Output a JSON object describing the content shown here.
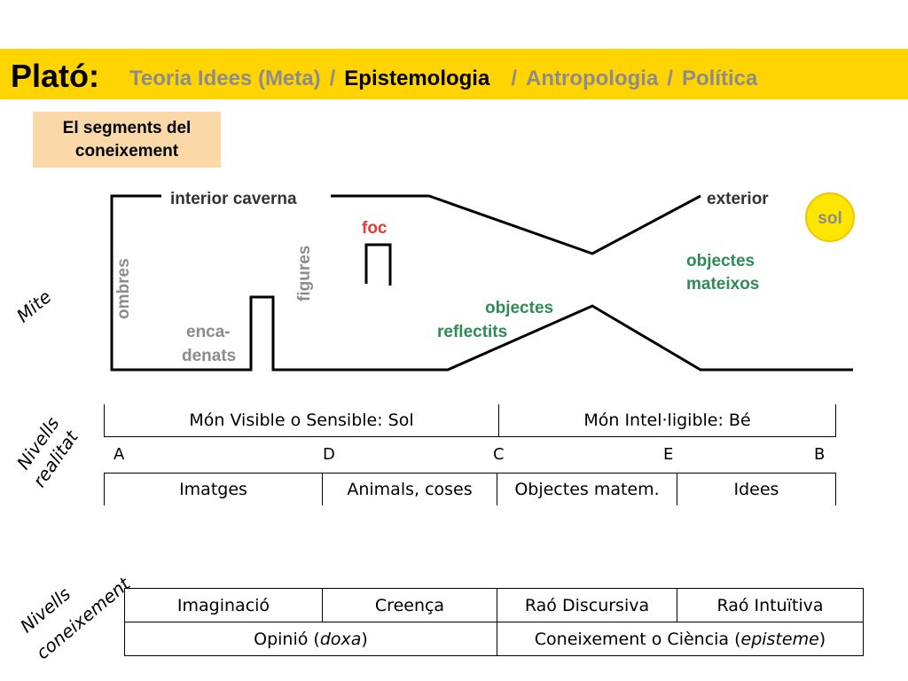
{
  "header": {
    "title": "Plató:",
    "nav": [
      {
        "label": "Teoria Idees (Meta)",
        "active": false
      },
      {
        "label": "Epistemologia",
        "active": true
      },
      {
        "label": "Antropologia",
        "active": false
      },
      {
        "label": "Política",
        "active": false
      }
    ],
    "separator": "/",
    "background": "#ffd400"
  },
  "segments_box": {
    "line1": "El segments del",
    "line2": "coneixement",
    "background": "#fbd8a8"
  },
  "side_labels": {
    "mite": "Mite",
    "nivells_realitat_1": "Nivells",
    "nivells_realitat_2": "realitat",
    "nivells_coneixement_1": "Nivells",
    "nivells_coneixement_2": "coneixement"
  },
  "cave": {
    "interior": "interior caverna",
    "exterior": "exterior",
    "sol": "sol",
    "foc": "foc",
    "ombres": "ombres",
    "figures": "figures",
    "encadenats_1": "enca-",
    "encadenats_2": "denats",
    "objectes_reflectits_1": "objectes",
    "objectes_reflectits_2": "reflectits",
    "objectes_mateixos_1": "objectes",
    "objectes_mateixos_2": "mateixos",
    "colors": {
      "label_gray": "#8c8c8c",
      "foc": "#e53935",
      "objectes": "#2e8b57",
      "sun": "#ffe600"
    }
  },
  "realitat": {
    "worlds": [
      "Món Visible o Sensible: Sol",
      "Món Intel·ligible: Bé"
    ],
    "points": [
      "A",
      "D",
      "C",
      "E",
      "B"
    ],
    "segments": [
      "Imatges",
      "Animals, coses",
      "Objectes matem.",
      "Idees"
    ]
  },
  "coneixement": {
    "row1": [
      "Imaginació",
      "Creença",
      "Raó Discursiva",
      "Raó Intuïtiva"
    ],
    "opinio": {
      "prefix": "Opinió (",
      "term": "doxa",
      "suffix": ")"
    },
    "ciencia": {
      "prefix": "Coneixement o Ciència (",
      "term": "episteme",
      "suffix": ")"
    }
  }
}
